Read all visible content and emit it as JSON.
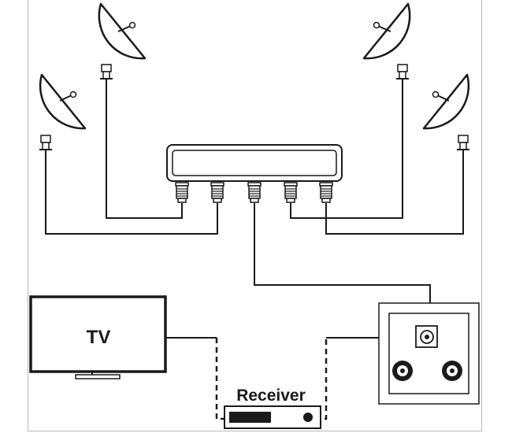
{
  "diagram": {
    "tv_label": "TV",
    "receiver_label": "Receiver",
    "colors": {
      "line": "#1a1a1a",
      "border": "#b9b9b9",
      "background": "#ffffff"
    },
    "dishes": [
      {
        "name": "dish-icon",
        "position": "top-left"
      },
      {
        "name": "dish-icon",
        "position": "top-right"
      },
      {
        "name": "dish-icon",
        "position": "left"
      },
      {
        "name": "dish-icon",
        "position": "right"
      }
    ],
    "multiswitch": {
      "connectors": 5
    },
    "wall_outlet": {
      "ports": [
        "sat-port",
        "tv-port",
        "radio-port"
      ]
    }
  }
}
